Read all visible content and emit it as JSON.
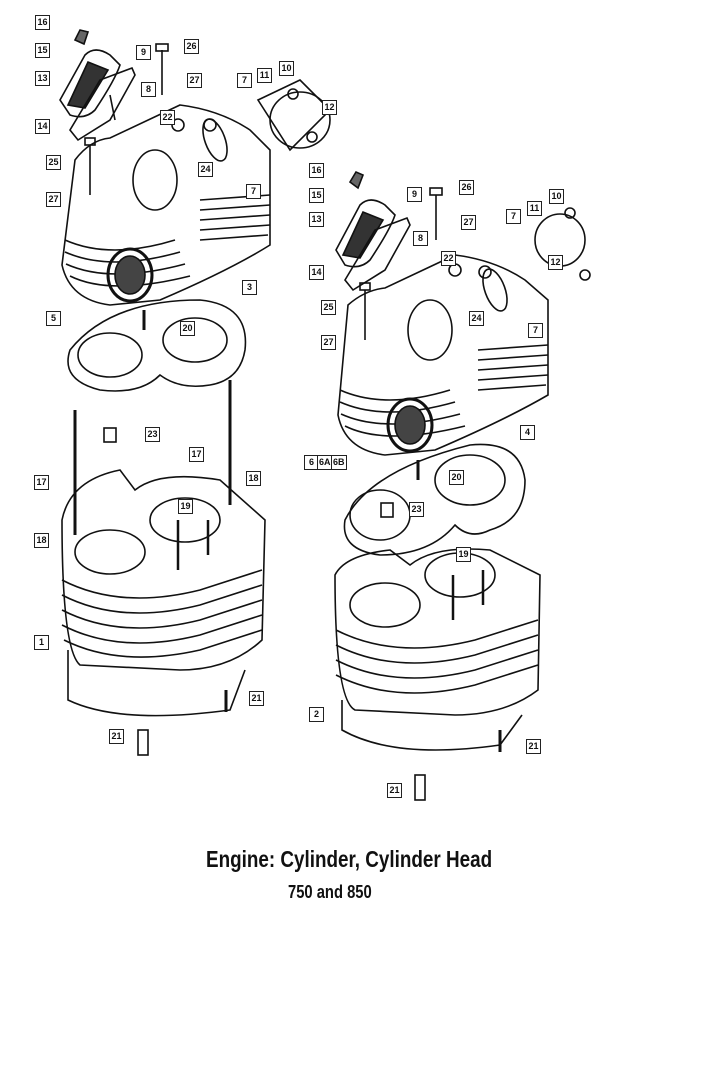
{
  "title": "Engine: Cylinder, Cylinder Head",
  "subtitle": "750 and 850",
  "left_labels": [
    "16",
    "15",
    "13",
    "14",
    "9",
    "26",
    "27",
    "8",
    "7",
    "11",
    "10",
    "12",
    "22",
    "24",
    "7",
    "25",
    "27",
    "5",
    "3",
    "20",
    "23",
    "17",
    "17",
    "18",
    "19",
    "18",
    "1",
    "21",
    "21"
  ],
  "right_labels": [
    "16",
    "15",
    "13",
    "9",
    "26",
    "27",
    "8",
    "7",
    "11",
    "10",
    "12",
    "14",
    "22",
    "25",
    "24",
    "7",
    "27",
    "6",
    "6A",
    "6B",
    "4",
    "20",
    "23",
    "19",
    "2",
    "21",
    "21"
  ]
}
